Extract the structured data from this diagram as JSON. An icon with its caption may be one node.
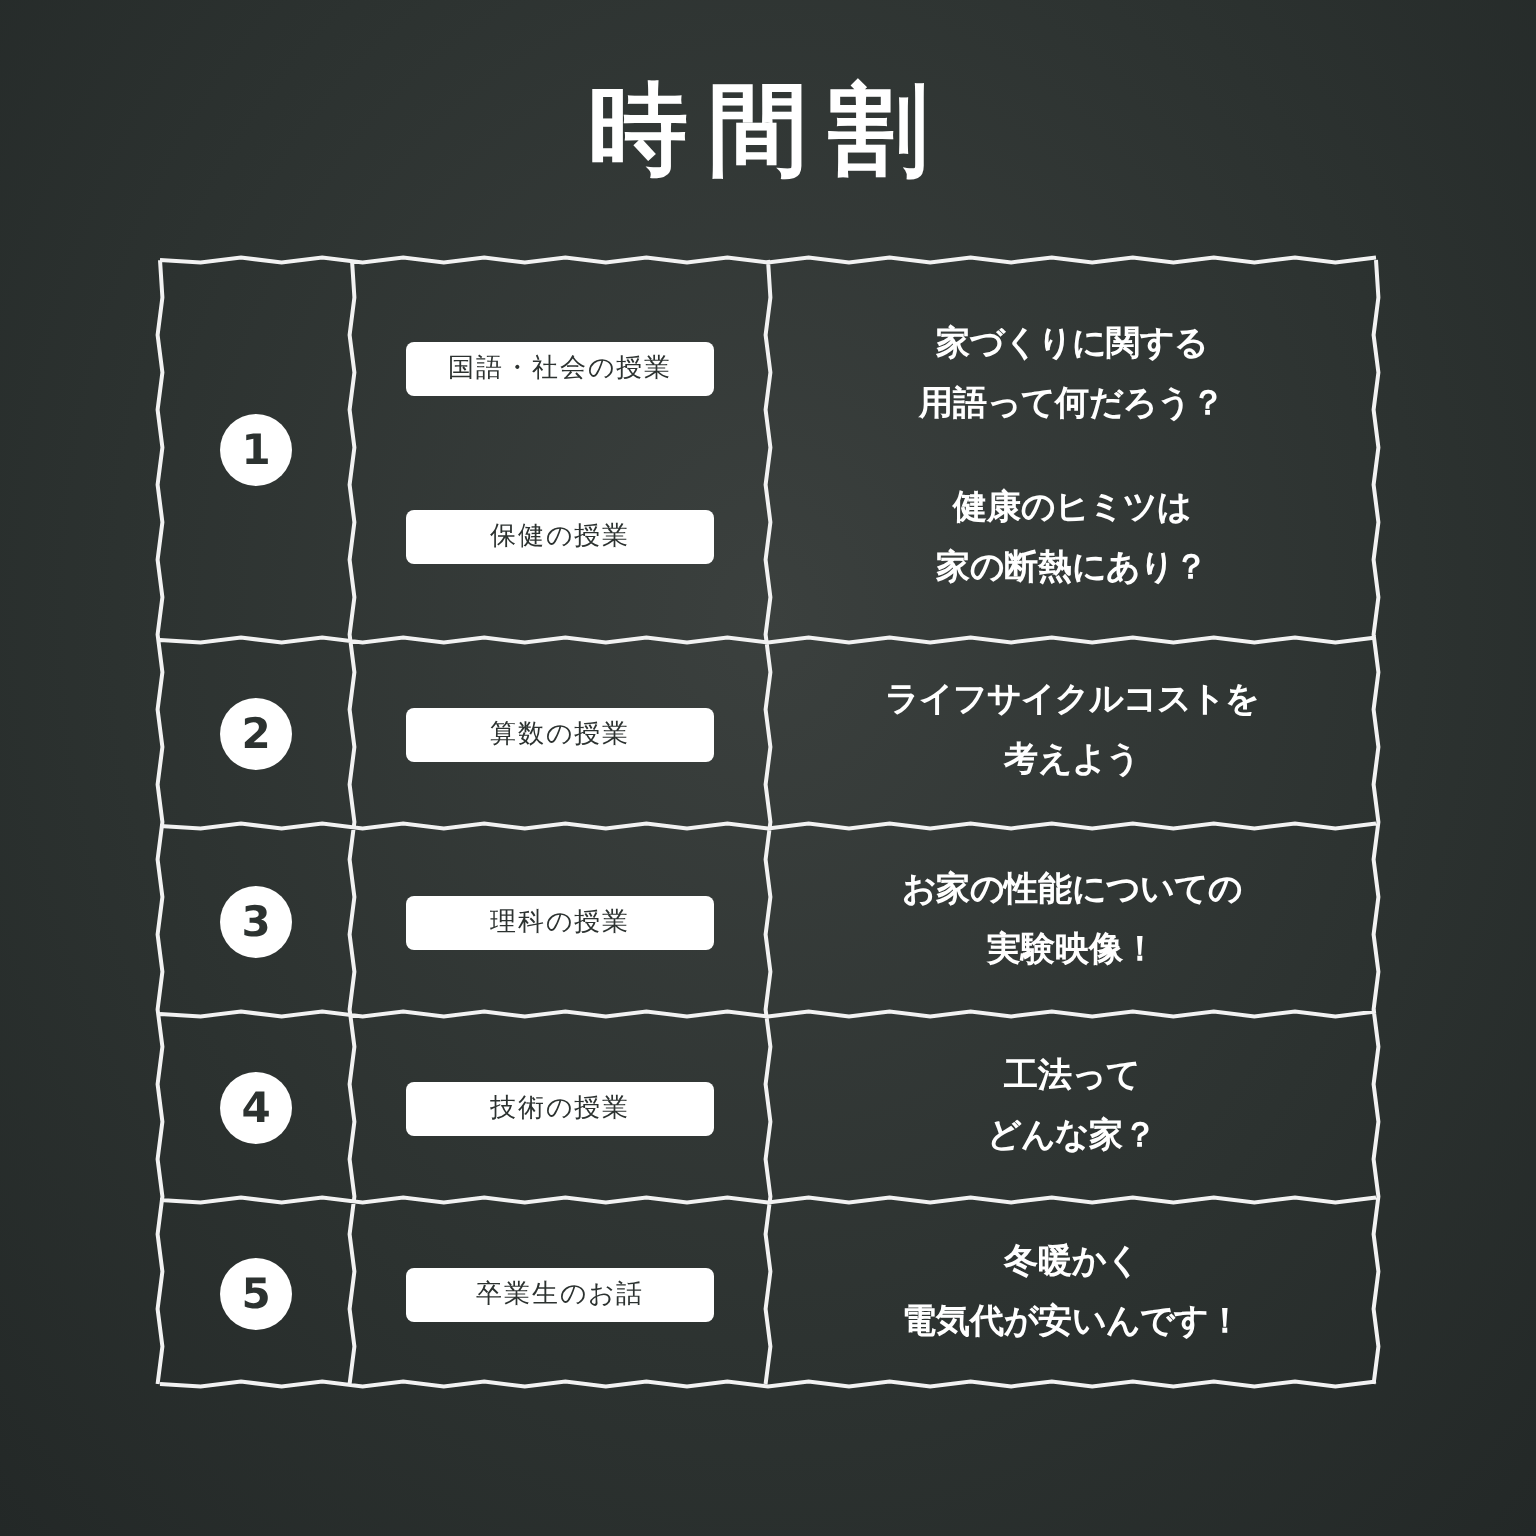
{
  "diagram": {
    "title": "時間割",
    "nodes": [
      {
        "text": [
          "1"
        ]
      },
      {
        "text": [
          "国語・社会の授業"
        ]
      },
      {
        "text": [
          "保健の授業"
        ]
      },
      {
        "text": [
          "2"
        ]
      },
      {
        "text": [
          "算数の授業"
        ]
      },
      {
        "text": [
          "3"
        ]
      },
      {
        "text": [
          "理科の授業"
        ]
      },
      {
        "text": [
          "4"
        ]
      },
      {
        "text": [
          "技術の授業"
        ]
      },
      {
        "text": [
          "5"
        ]
      },
      {
        "text": [
          "卒業生のお話"
        ]
      }
    ],
    "labels": [
      "家づくりに関する用語って何だろう？",
      "健康のヒミツは家の断熱にあり？",
      "ライフサイクルコストを考えよう",
      "お家の性能についての実験映像！",
      "工法ってどんな家？",
      "冬暖かく電気代が安いんです！"
    ]
  }
}
